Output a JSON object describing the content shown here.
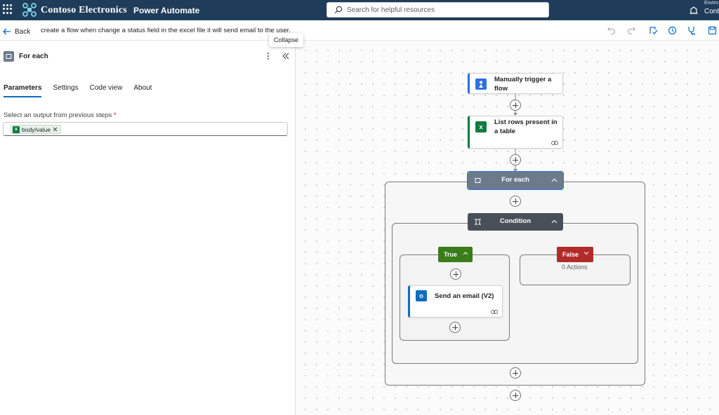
{
  "header": {
    "brand": "Contoso Electronics",
    "product": "Power Automate",
    "search_placeholder": "Search for helpful resources",
    "environment_label": "Enviro",
    "environment_value": "Cont"
  },
  "commandbar": {
    "back_label": "Back",
    "flow_title": "create a flow when change a status field in the excel file it will send email to the user."
  },
  "tooltip": {
    "text": "Collapse"
  },
  "panel": {
    "title": "For each",
    "tabs": [
      {
        "label": "Parameters",
        "active": true
      },
      {
        "label": "Settings",
        "active": false
      },
      {
        "label": "Code view",
        "active": false
      },
      {
        "label": "About",
        "active": false
      }
    ],
    "field_label": "Select an output from previous steps",
    "required_mark": "*",
    "token_label": "body/value"
  },
  "flow": {
    "trigger_label": "Manually trigger a flow",
    "list_rows_label": "List rows present in a table",
    "foreach_label": "For each",
    "condition_label": "Condition",
    "true_label": "True",
    "false_label": "False",
    "false_empty_text": "0 Actions",
    "send_email_label": "Send an email (V2)"
  },
  "colors": {
    "topbar": "#1f3d5a",
    "trigger_accent": "#2f6fe0",
    "excel_green": "#107c41",
    "foreach_header": "#6c7a8c",
    "condition_header": "#484f58",
    "true_green": "#3a7d1a",
    "false_red": "#b22b2b",
    "outlook_blue": "#0f6cbd"
  }
}
